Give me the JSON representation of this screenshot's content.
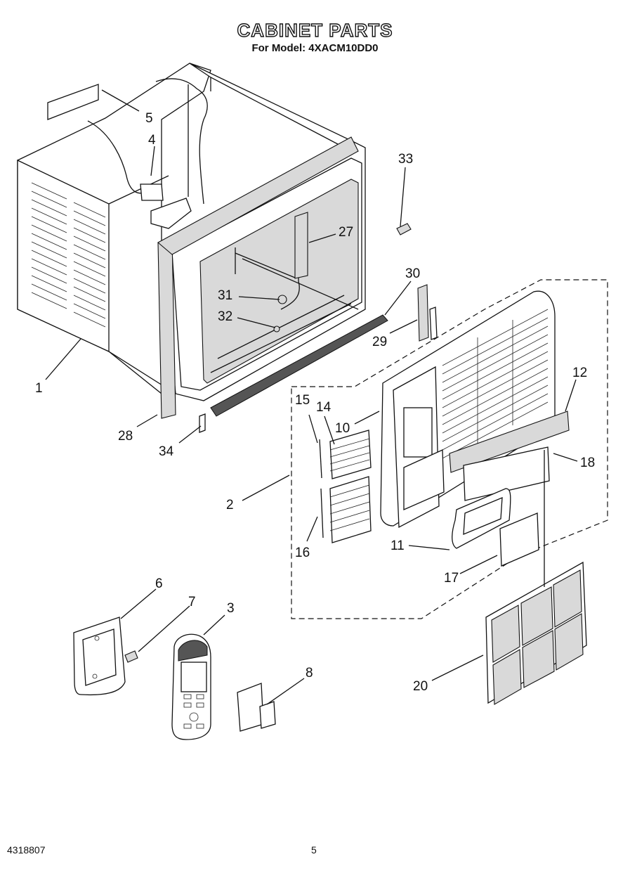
{
  "header": {
    "title": "CABINET PARTS",
    "subtitle": "For Model: 4XACM10DD0"
  },
  "footer": {
    "doc_number": "4318807",
    "page_number": "5"
  },
  "callouts": [
    {
      "id": "5",
      "label": "5"
    },
    {
      "id": "4",
      "label": "4"
    },
    {
      "id": "33",
      "label": "33"
    },
    {
      "id": "27",
      "label": "27"
    },
    {
      "id": "30",
      "label": "30"
    },
    {
      "id": "31",
      "label": "31"
    },
    {
      "id": "32",
      "label": "32"
    },
    {
      "id": "29",
      "label": "29"
    },
    {
      "id": "12",
      "label": "12"
    },
    {
      "id": "1",
      "label": "1"
    },
    {
      "id": "15",
      "label": "15"
    },
    {
      "id": "14",
      "label": "14"
    },
    {
      "id": "10",
      "label": "10"
    },
    {
      "id": "28",
      "label": "28"
    },
    {
      "id": "34",
      "label": "34"
    },
    {
      "id": "18",
      "label": "18"
    },
    {
      "id": "2",
      "label": "2"
    },
    {
      "id": "16",
      "label": "16"
    },
    {
      "id": "11",
      "label": "11"
    },
    {
      "id": "17",
      "label": "17"
    },
    {
      "id": "6",
      "label": "6"
    },
    {
      "id": "7",
      "label": "7"
    },
    {
      "id": "3",
      "label": "3"
    },
    {
      "id": "8",
      "label": "8"
    },
    {
      "id": "20",
      "label": "20"
    }
  ]
}
